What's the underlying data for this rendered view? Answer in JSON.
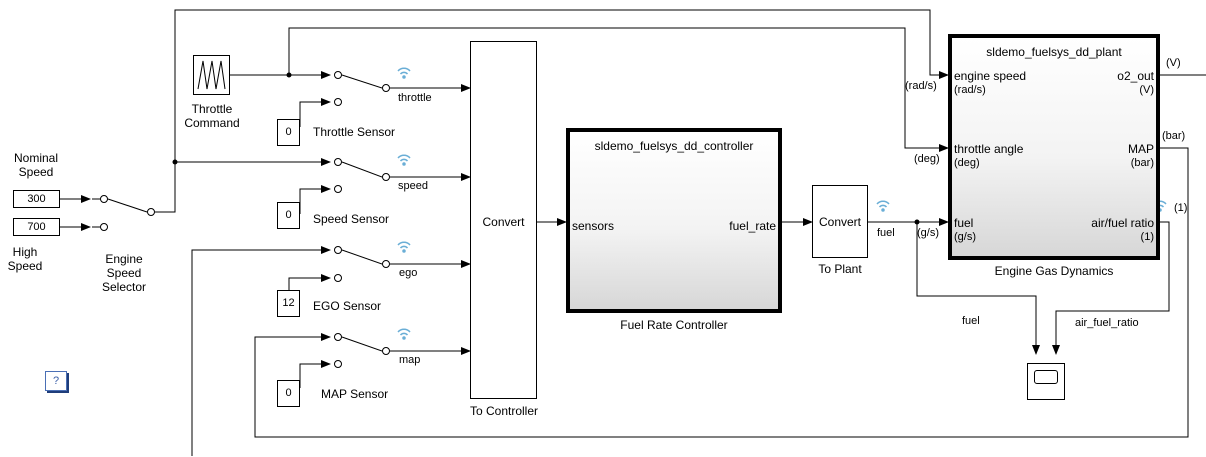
{
  "constants": {
    "nominal": "300",
    "high": "700",
    "throttle": "0",
    "speed": "0",
    "ego": "12",
    "map": "0"
  },
  "labels": {
    "nominal_speed": "Nominal\nSpeed",
    "high_speed": "High\nSpeed",
    "speed_selector": "Engine\nSpeed\nSelector",
    "throttle_command": "Throttle\nCommand",
    "throttle_sensor": "Throttle Sensor",
    "speed_sensor": "Speed Sensor",
    "ego_sensor": "EGO Sensor",
    "map_sensor": "MAP Sensor",
    "to_controller": "To Controller",
    "fuel_rate_controller": "Fuel Rate Controller",
    "to_plant": "To Plant",
    "engine_gas_dynamics": "Engine Gas Dynamics"
  },
  "signals": {
    "throttle": "throttle",
    "speed": "speed",
    "ego": "ego",
    "map": "map",
    "fuel": "fuel",
    "fuel_scope": "fuel",
    "air_fuel_ratio": "air_fuel_ratio"
  },
  "convert": {
    "controller": "Convert",
    "plant": "Convert"
  },
  "controller": {
    "name": "sldemo_fuelsys_dd_controller",
    "in_port": "sensors",
    "out_port": "fuel_rate"
  },
  "plant": {
    "name": "sldemo_fuelsys_dd_plant",
    "in_engine_speed": "engine speed",
    "in_engine_speed_unit": "(rad/s)",
    "in_throttle": "throttle angle",
    "in_throttle_unit": "(deg)",
    "in_fuel": "fuel",
    "in_fuel_unit": "(g/s)",
    "out_o2": "o2_out",
    "out_o2_unit": "(V)",
    "out_map": "MAP",
    "out_map_unit": "(bar)",
    "out_afr": "air/fuel ratio",
    "out_afr_unit": "(1)"
  },
  "units_ext": {
    "rad_s": "(rad/s)",
    "deg": "(deg)",
    "g_s": "(g/s)",
    "v": "(V)",
    "bar": "(bar)",
    "one": "(1)"
  },
  "help": "?",
  "icons": [
    "wireless-signal-icon",
    "scope-icon",
    "help-icon",
    "sawtooth-icon",
    "switch-icon"
  ]
}
